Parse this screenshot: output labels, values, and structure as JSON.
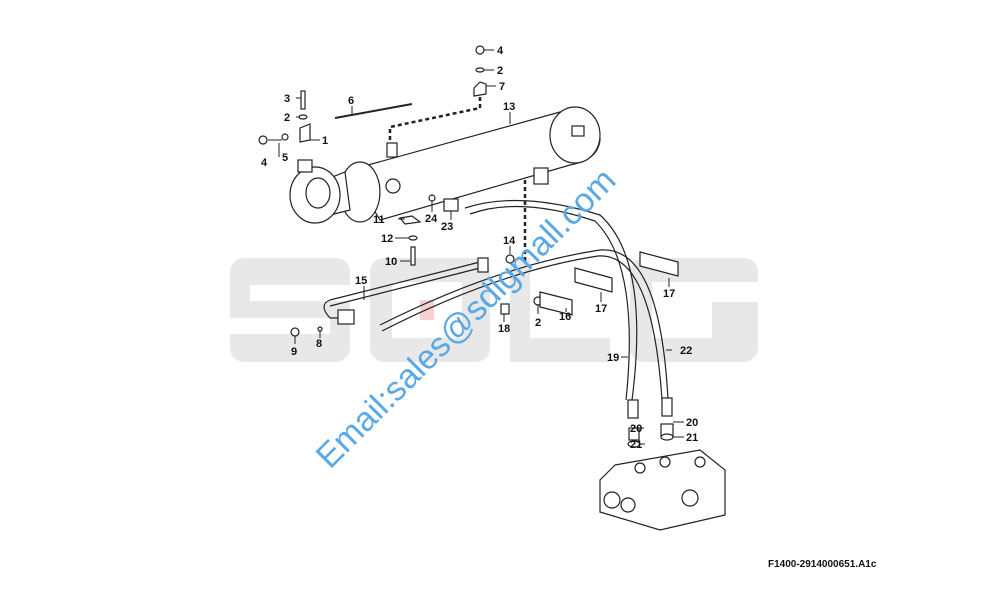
{
  "watermark": {
    "brand": "SDLG",
    "email": "Email:sales@sdlgmall.com"
  },
  "figure_code": "F1400-2914000651.A1c",
  "callouts": [
    "4",
    "2",
    "7",
    "3",
    "6",
    "2",
    "1",
    "13",
    "4",
    "5",
    "11",
    "24",
    "23",
    "12",
    "14",
    "10",
    "15",
    "17",
    "17",
    "16",
    "2",
    "18",
    "9",
    "8",
    "19",
    "22",
    "20",
    "20",
    "21",
    "21"
  ],
  "colors": {
    "watermark_gray": "#e6e6e6",
    "email_blue": "#5aa9e6",
    "line": "#222222"
  }
}
